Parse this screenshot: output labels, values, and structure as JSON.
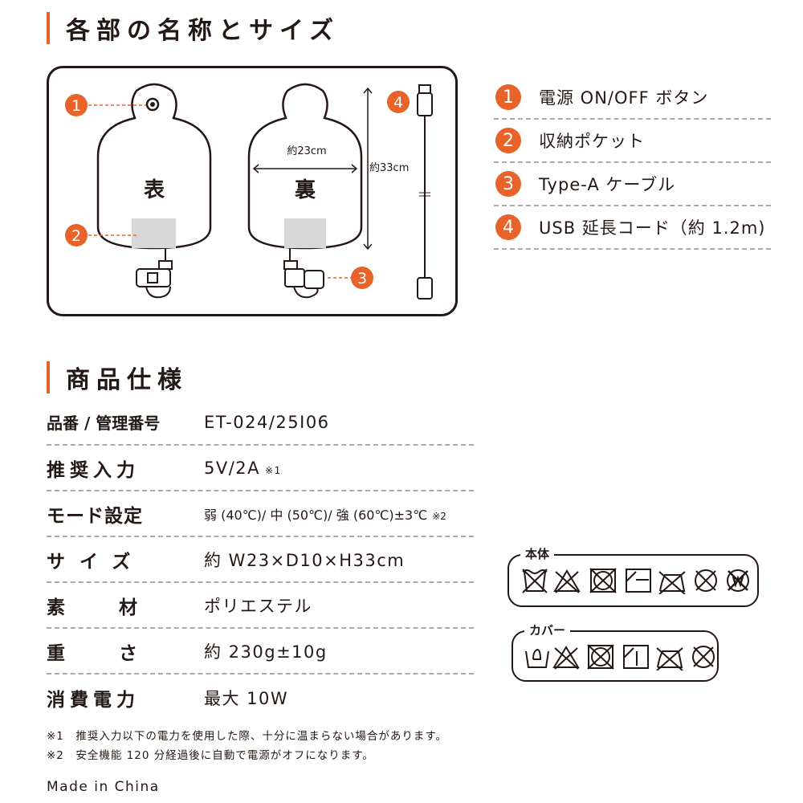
{
  "section1": {
    "title": "各部の名称とサイズ"
  },
  "diagram": {
    "front_label": "表",
    "back_label": "裏",
    "width_label": "約23cm",
    "height_label": "約33cm",
    "markers": [
      "1",
      "2",
      "3",
      "4"
    ]
  },
  "legend": [
    {
      "num": "1",
      "label": "電源 ON/OFF ボタン"
    },
    {
      "num": "2",
      "label": "収納ポケット"
    },
    {
      "num": "3",
      "label": "Type-A ケーブル"
    },
    {
      "num": "4",
      "label": "USB 延長コード（約 1.2m)"
    }
  ],
  "section2": {
    "title": "商品仕様"
  },
  "specs": [
    {
      "key": "品番 / 管理番号",
      "value": "ET-024/25I06",
      "note": ""
    },
    {
      "key": "推奨入力",
      "value": "5V/2A",
      "note": "※1"
    },
    {
      "key": "モード設定",
      "value": "弱 (40℃)/ 中 (50℃)/ 強 (60℃)±3℃",
      "note": "※2"
    },
    {
      "key": "サイズ",
      "value": "約 W23×D10×H33cm",
      "note": ""
    },
    {
      "key": "素　材",
      "value": "ポリエステル",
      "note": ""
    },
    {
      "key": "重　さ",
      "value": "約 230g±10g",
      "note": ""
    },
    {
      "key": "消費電力",
      "value": "最大 10W",
      "note": ""
    }
  ],
  "footnotes": [
    "※1　推奨入力以下の電力を使用した際、十分に温まらない場合があります。",
    "※2　安全機能 120 分経過後に自動で電源がオフになります。"
  ],
  "origin": "Made in China",
  "care": {
    "body_label": "本体",
    "cover_label": "カバー"
  },
  "colors": {
    "accent": "#e8632a",
    "text": "#231815"
  }
}
